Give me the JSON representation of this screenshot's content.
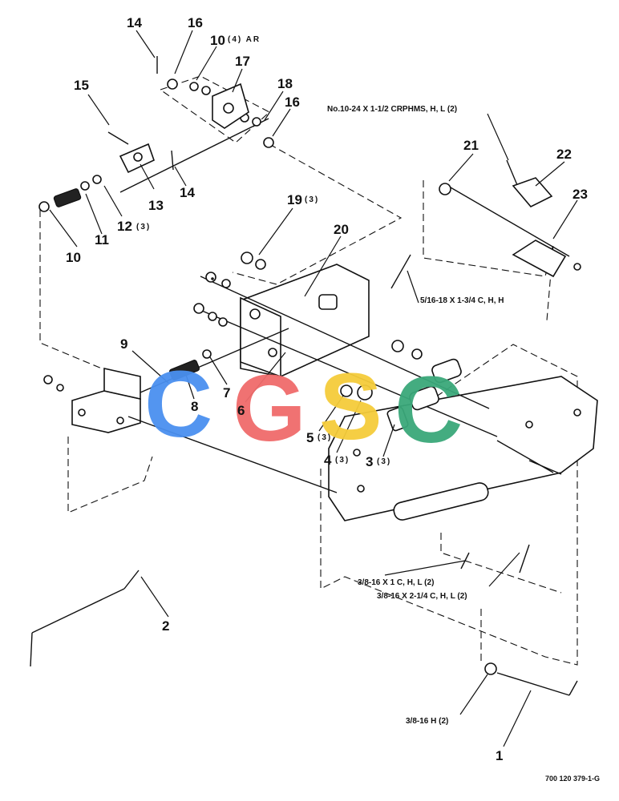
{
  "callouts": [
    {
      "id": "c14a",
      "text": "14",
      "qty": ""
    },
    {
      "id": "c16a",
      "text": "16",
      "qty": ""
    },
    {
      "id": "c10a",
      "text": "10",
      "qty": "(4) AR"
    },
    {
      "id": "c17",
      "text": "17",
      "qty": ""
    },
    {
      "id": "c15",
      "text": "15",
      "qty": ""
    },
    {
      "id": "c18",
      "text": "18",
      "qty": ""
    },
    {
      "id": "c16b",
      "text": "16",
      "qty": ""
    },
    {
      "id": "c14b",
      "text": "14",
      "qty": ""
    },
    {
      "id": "c13",
      "text": "13",
      "qty": ""
    },
    {
      "id": "c12",
      "text": "12",
      "qty": "(3)"
    },
    {
      "id": "c11",
      "text": "11",
      "qty": ""
    },
    {
      "id": "c10b",
      "text": "10",
      "qty": ""
    },
    {
      "id": "c19",
      "text": "19",
      "qty": "(3)"
    },
    {
      "id": "c20",
      "text": "20",
      "qty": ""
    },
    {
      "id": "c21",
      "text": "21",
      "qty": ""
    },
    {
      "id": "c22",
      "text": "22",
      "qty": ""
    },
    {
      "id": "c23",
      "text": "23",
      "qty": ""
    },
    {
      "id": "c9",
      "text": "9",
      "qty": ""
    },
    {
      "id": "c8",
      "text": "8",
      "qty": ""
    },
    {
      "id": "c7",
      "text": "7",
      "qty": ""
    },
    {
      "id": "c6",
      "text": "6",
      "qty": ""
    },
    {
      "id": "c5",
      "text": "5",
      "qty": "(3)"
    },
    {
      "id": "c4",
      "text": "4",
      "qty": "(3)"
    },
    {
      "id": "c3",
      "text": "3",
      "qty": "(3)"
    },
    {
      "id": "c2",
      "text": "2",
      "qty": ""
    },
    {
      "id": "c1",
      "text": "1",
      "qty": ""
    }
  ],
  "hardware_notes": {
    "screw_10_24": "No.10-24 X 1-1/2 CRPHMS, H, L (2)",
    "bolt_5_16": "5/16-18 X 1-3/4 C, H, H",
    "bolt_3_8_1": "3/8-16 X 1 C, H, L (2)",
    "bolt_3_8_2": "3/8-16 X 2-1/4 C, H, L (2)",
    "nut_3_8": "3/8-16 H (2)"
  },
  "drawing_number": "700 120 379-1-G",
  "watermark": {
    "letters": [
      "C",
      "G",
      "S",
      "C"
    ],
    "colors": [
      "#4a90f0",
      "#f06b6b",
      "#f5cc3a",
      "#3aa87a"
    ]
  }
}
